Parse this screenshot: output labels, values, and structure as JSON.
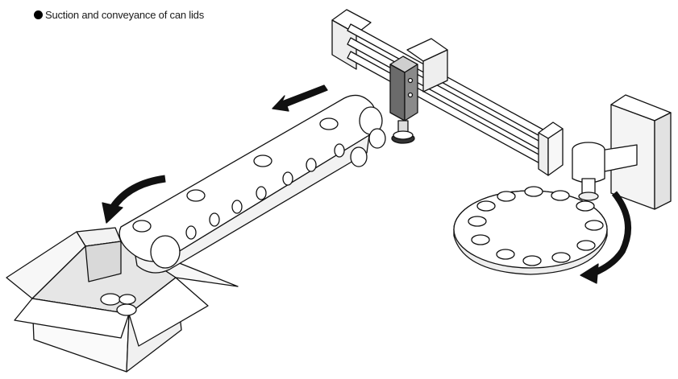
{
  "caption": {
    "bullet_icon": "black-circle-bullet",
    "text": "Suction and conveyance of can lids"
  },
  "colors": {
    "outline": "#111111",
    "fill": "#ffffff",
    "light_fill": "#f2f2f2",
    "sensor_body": "#6b6b6b",
    "arrow": "#111111"
  },
  "scene": {
    "components": [
      "cardboard-box",
      "conveyor-belt",
      "gantry-rail",
      "suction-head",
      "rotary-table",
      "feeder-arm"
    ],
    "flow_arrows": [
      "flow-arrow-conveyor",
      "flow-arrow-drop",
      "rotation-arrow"
    ]
  }
}
